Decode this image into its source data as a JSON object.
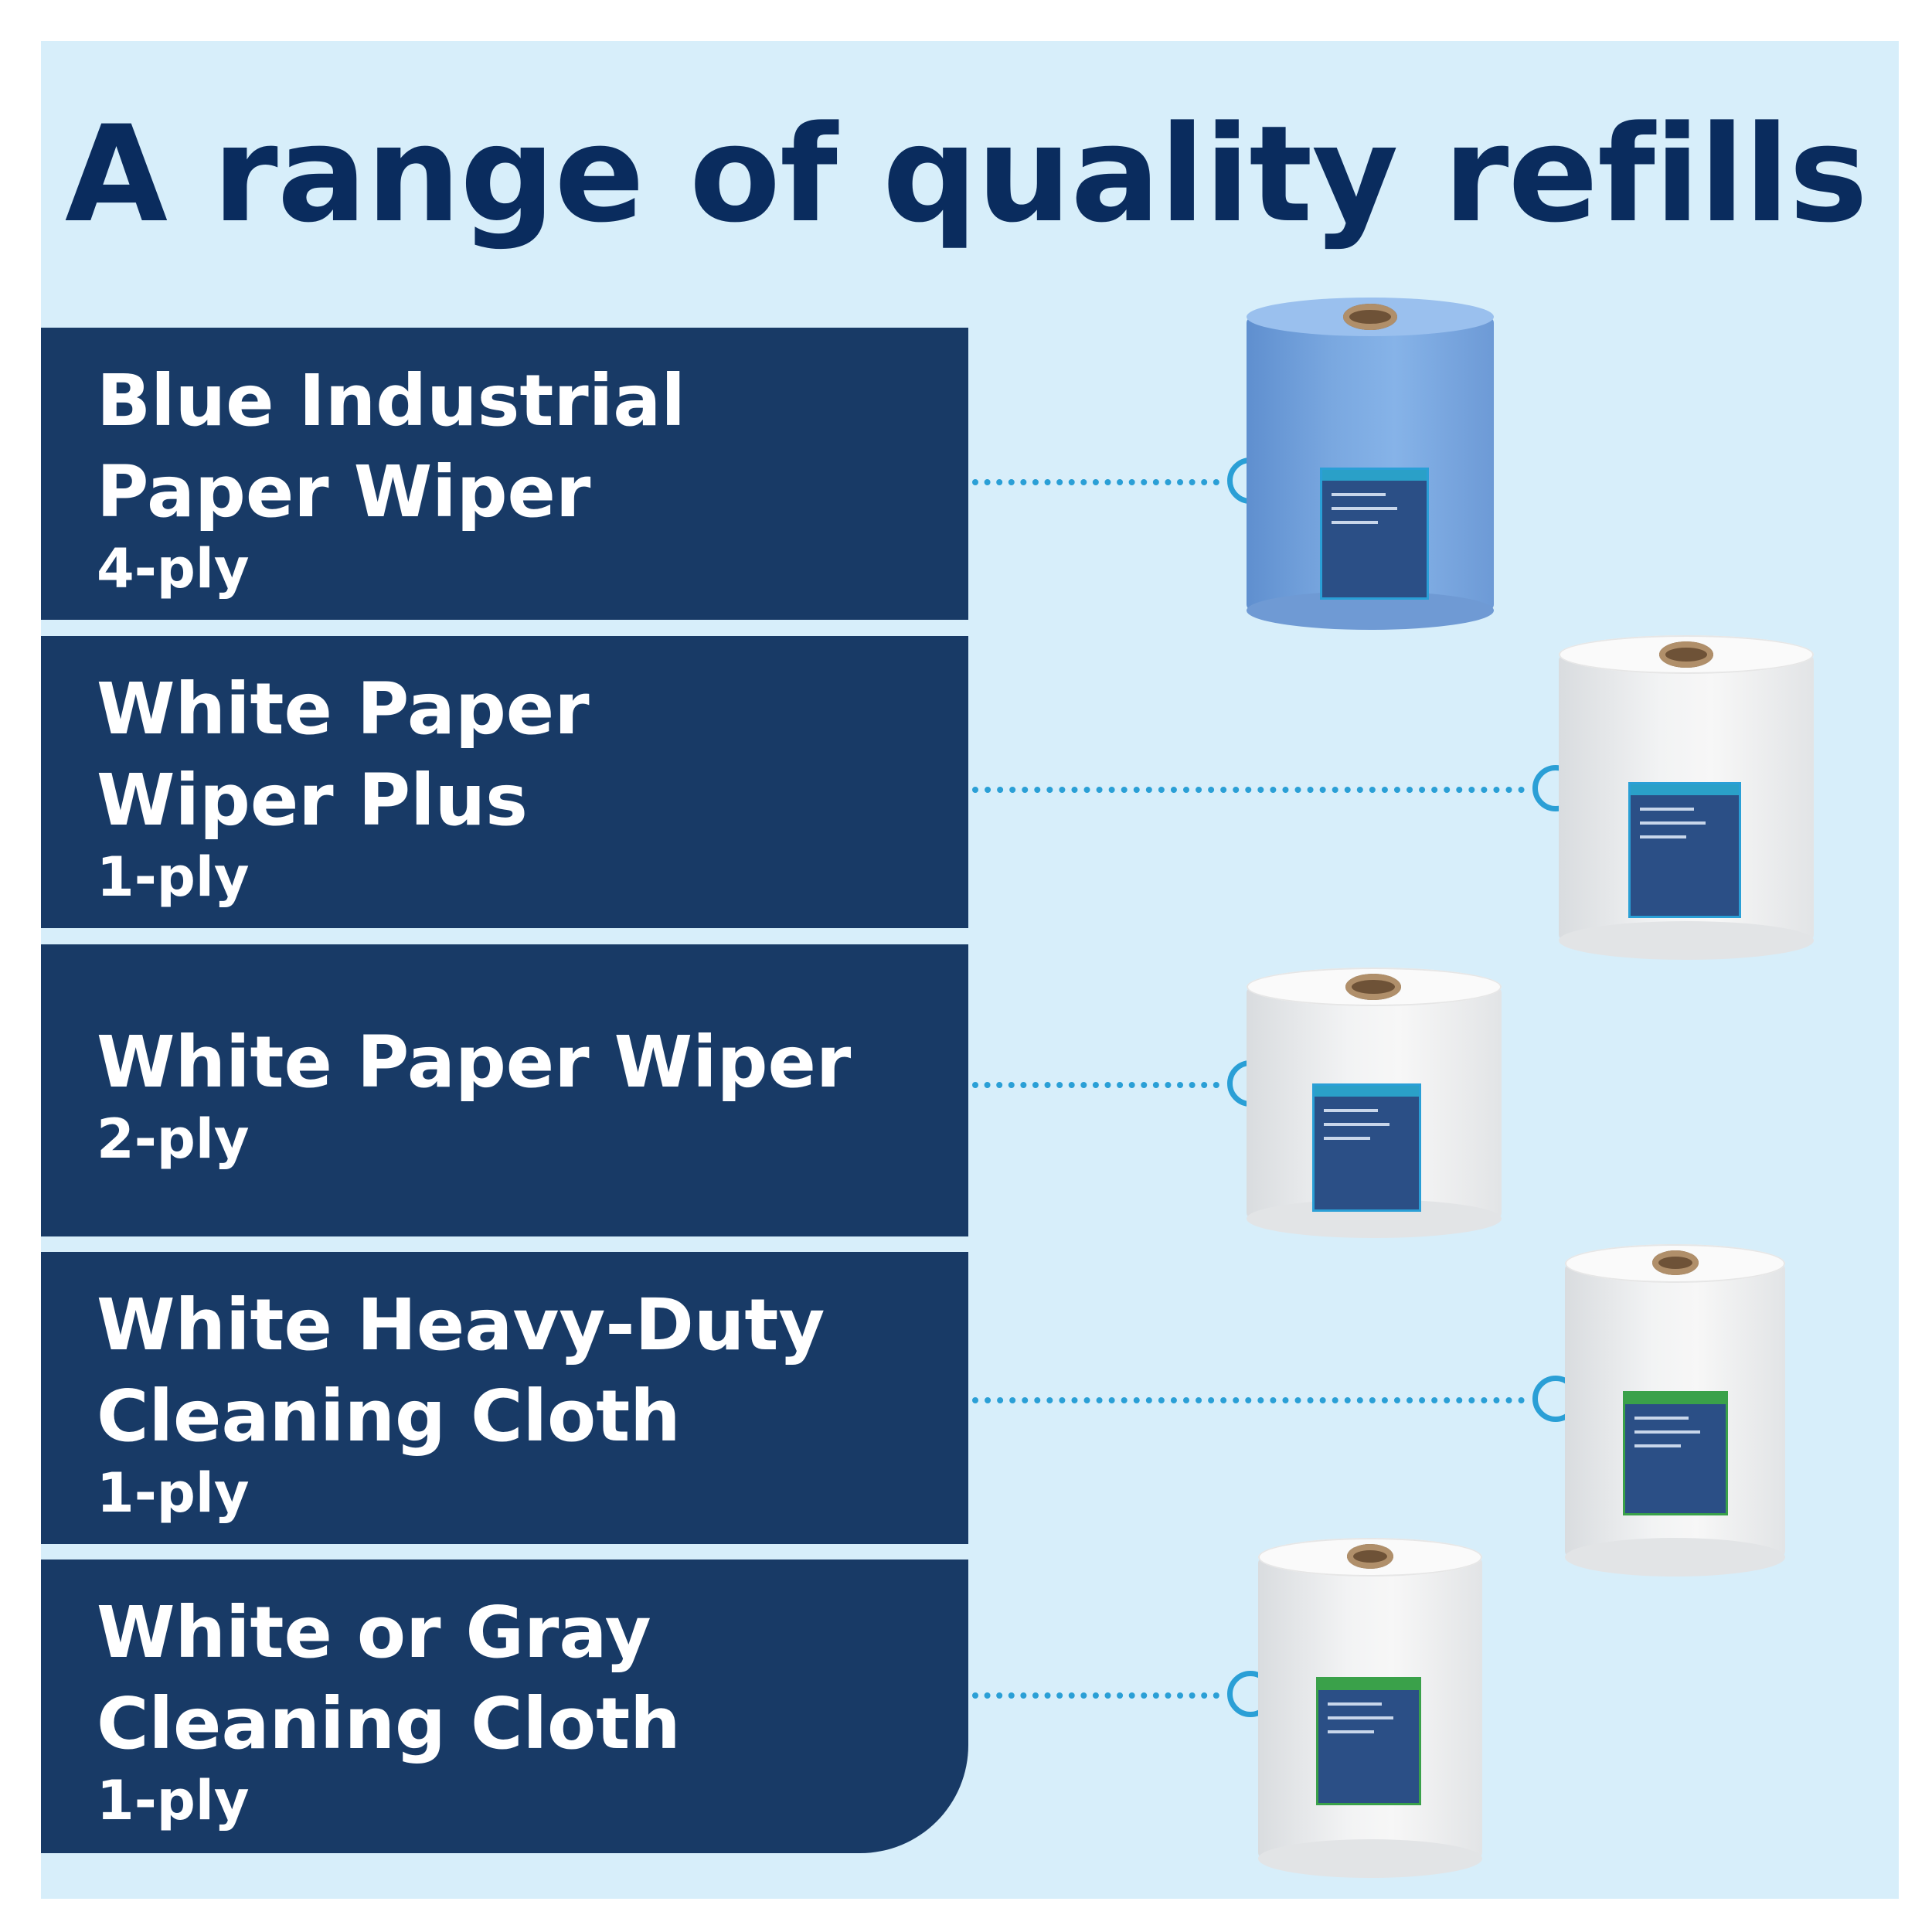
{
  "headline": "A range of quality refills",
  "products": [
    {
      "name_line1": "Blue Industrial",
      "name_line2": "Paper Wiper",
      "ply": "4-ply",
      "roll_color": "blue"
    },
    {
      "name_line1": "White Paper",
      "name_line2": "Wiper Plus",
      "ply": "1-ply",
      "roll_color": "white"
    },
    {
      "name_line1": "White Paper Wiper",
      "name_line2": "",
      "ply": "2-ply",
      "roll_color": "white"
    },
    {
      "name_line1": "White Heavy-Duty",
      "name_line2": "Cleaning Cloth",
      "ply": "1-ply",
      "roll_color": "white"
    },
    {
      "name_line1": "White or Gray",
      "name_line2": "Cleaning Cloth",
      "ply": "1-ply",
      "roll_color": "white"
    }
  ],
  "colors": {
    "background": "#d7eefa",
    "band": "#183a66",
    "headline": "#0a2c5e",
    "accent": "#2a9fd6"
  }
}
